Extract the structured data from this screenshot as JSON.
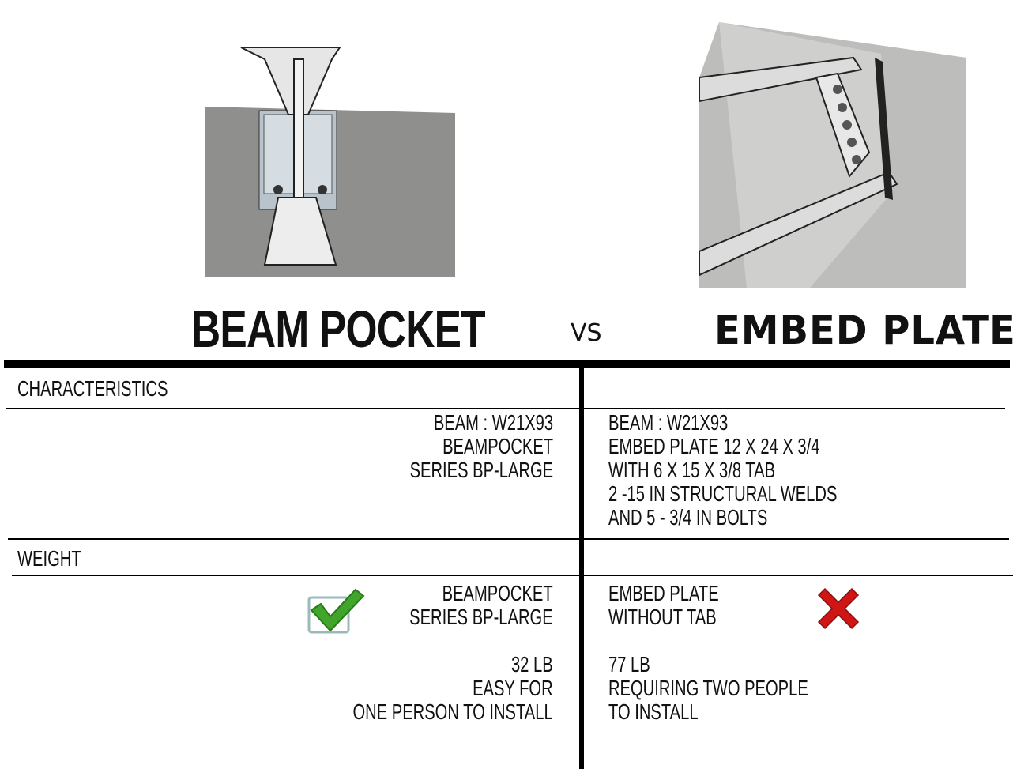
{
  "header": {
    "left_title": "BEAM POCKET",
    "vs": "VS",
    "right_title": "EMBED PLATE"
  },
  "sections": [
    {
      "heading": "CHARACTERISTICS",
      "left_lines": [
        "BEAM : W21X93",
        "BEAMPOCKET",
        "SERIES BP-LARGE"
      ],
      "right_lines": [
        "BEAM : W21X93",
        "EMBED PLATE 12 X 24 X 3/4",
        "WITH 6 X 15 X 3/8 TAB",
        "2 -15 IN STRUCTURAL WELDS",
        "AND 5 - 3/4 IN BOLTS"
      ]
    },
    {
      "heading": "WEIGHT",
      "left_lines": [
        "BEAMPOCKET",
        "SERIES BP-LARGE"
      ],
      "left_lines2": [
        "32 LB",
        "EASY FOR",
        "ONE PERSON TO INSTALL"
      ],
      "right_lines": [
        "EMBED PLATE",
        "WITHOUT TAB"
      ],
      "right_lines2": [
        "77 LB",
        "REQUIRING TWO PEOPLE",
        "TO INSTALL"
      ],
      "left_icon": "checkmark-icon",
      "right_icon": "x-mark-icon",
      "check_color": "#3fa52b",
      "x_color": "#d01515"
    }
  ]
}
